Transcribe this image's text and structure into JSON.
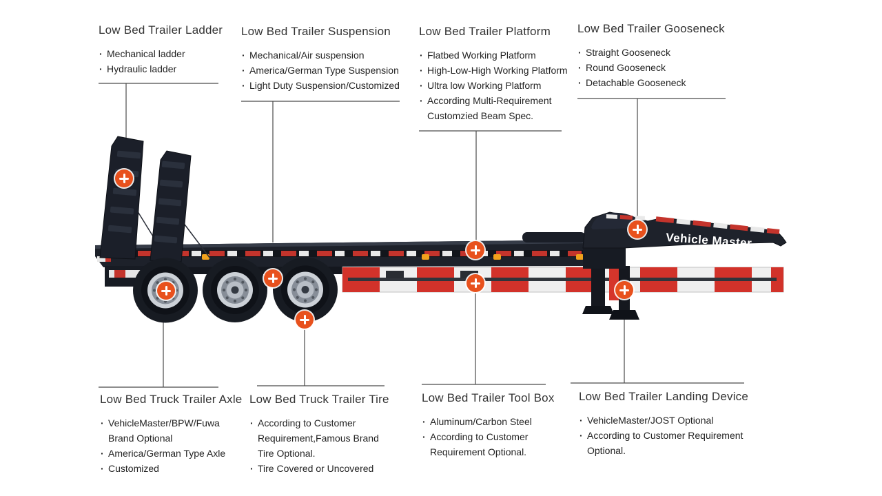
{
  "brand": {
    "logo_text": "Vehicle Master"
  },
  "colors": {
    "marker_orange": "#E8511D",
    "reflector_red": "#C4342C",
    "rail_red": "#D2322A",
    "trailer_black": "#1C212B",
    "callout_line": "#4A4A4A",
    "text_dark": "#2E2E2E"
  },
  "callouts": {
    "top": [
      {
        "id": "ladder",
        "title": "Low Bed Trailer Ladder",
        "items": [
          "Mechanical ladder",
          "Hydraulic ladder"
        ]
      },
      {
        "id": "suspension",
        "title": "Low Bed Trailer Suspension",
        "items": [
          "Mechanical/Air suspension",
          "America/German Type Suspension",
          "Light Duty Suspension/Customized"
        ]
      },
      {
        "id": "platform",
        "title": "Low Bed Trailer Platform",
        "items": [
          "Flatbed Working Platform",
          "High-Low-High Working Platform",
          "Ultra low Working Platform",
          "According Multi-Requirement Customzied Beam Spec."
        ]
      },
      {
        "id": "gooseneck",
        "title": "Low Bed Trailer Gooseneck",
        "items": [
          "Straight Gooseneck",
          "Round Gooseneck",
          "Detachable Gooseneck"
        ]
      }
    ],
    "bottom": [
      {
        "id": "axle",
        "title": "Low Bed Truck Trailer Axle",
        "items": [
          "VehicleMaster/BPW/Fuwa Brand Optional",
          "America/German Type Axle",
          "Customized"
        ]
      },
      {
        "id": "tire",
        "title": "Low Bed Truck Trailer Tire",
        "items": [
          "According to Customer Requirement,Famous Brand Tire Optional.",
          "Tire Covered or Uncovered"
        ]
      },
      {
        "id": "toolbox",
        "title": "Low Bed Trailer Tool Box",
        "items": [
          "Aluminum/Carbon Steel",
          "According to Customer Requirement Optional."
        ]
      },
      {
        "id": "landing",
        "title": "Low Bed Trailer Landing Device",
        "items": [
          "VehicleMaster/JOST Optional",
          "According to Customer Requirement Optional."
        ]
      }
    ]
  }
}
